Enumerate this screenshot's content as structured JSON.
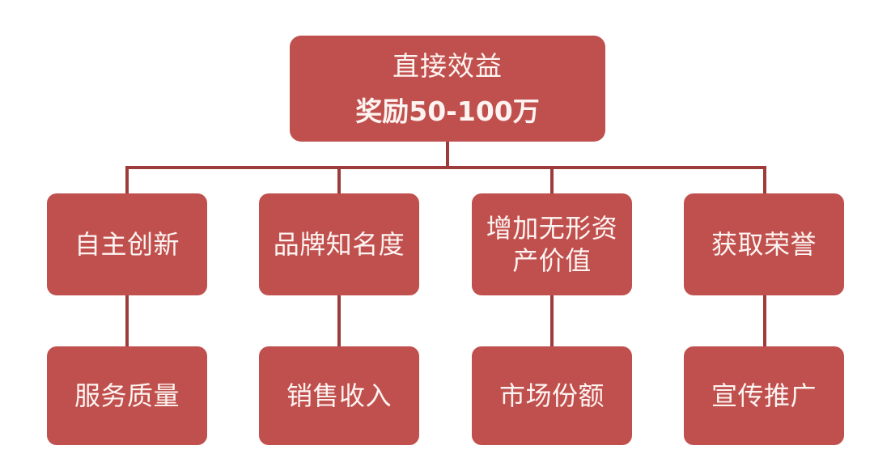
{
  "diagram": {
    "title_root": "直接效益",
    "root": {
      "line1": "直接效益",
      "line2": "奖励50-100万"
    },
    "level2": [
      {
        "label": "自主创新"
      },
      {
        "label": "品牌知名度"
      },
      {
        "label": "增加无形资产价值"
      },
      {
        "label": "获取荣誉"
      }
    ],
    "level3": [
      {
        "label": "服务质量"
      },
      {
        "label": "销售收入"
      },
      {
        "label": "市场份额"
      },
      {
        "label": "宣传推广"
      }
    ],
    "colors": {
      "node_fill": "#C0504D",
      "node_text": "#FDF4F2",
      "connector": "#9E3B3B",
      "background": "#FFFFFF"
    }
  }
}
